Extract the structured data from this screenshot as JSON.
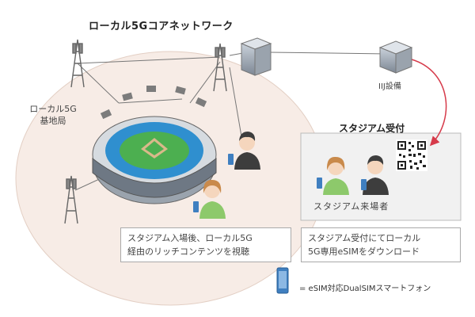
{
  "title": "ローカル5Gコアネットワーク",
  "base_station_label_line1": "ローカル5G",
  "base_station_label_line2": "基地局",
  "iij_label": "IIJ設備",
  "reception_title": "スタジアム受付",
  "visitors_label": "スタジアム来場者",
  "box_left_line1": "スタジアム入場後、ローカル5G",
  "box_left_line2": "経由のリッチコンテンツを視聴",
  "box_right_line1": "スタジアム受付にてローカル",
  "box_right_line2": "5G専用eSIMをダウンロード",
  "legend_label": "= eSIM対応DualSIMスマートフォン",
  "colors": {
    "ellipse_fill": "#f7ece6",
    "person_green": "#8dc96b",
    "person_dark": "#3d3d3d",
    "phone_blue": "#3f7fc0",
    "link_red": "#d63a4a",
    "stadium_blue": "#2f8fcf",
    "field_green": "#4caf50"
  }
}
